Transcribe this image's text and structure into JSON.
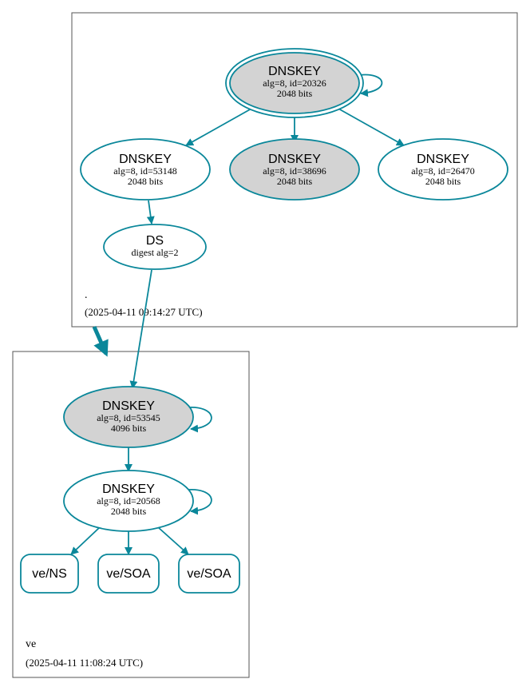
{
  "colors": {
    "edge": "#0a879a",
    "node_fill_gray": "#d3d3d3",
    "node_fill_white": "#ffffff",
    "cluster_border": "#555555",
    "text": "#000000"
  },
  "root_zone": {
    "name": ".",
    "timestamp": "(2025-04-11 09:14:27 UTC)",
    "ksk": {
      "title": "DNSKEY",
      "line1": "alg=8, id=20326",
      "line2": "2048 bits"
    },
    "zsk_active": {
      "title": "DNSKEY",
      "line1": "alg=8, id=53148",
      "line2": "2048 bits"
    },
    "zsk_sep": {
      "title": "DNSKEY",
      "line1": "alg=8, id=38696",
      "line2": "2048 bits"
    },
    "zsk_other": {
      "title": "DNSKEY",
      "line1": "alg=8, id=26470",
      "line2": "2048 bits"
    },
    "ds": {
      "title": "DS",
      "line1": "digest alg=2"
    }
  },
  "ve_zone": {
    "name": "ve",
    "timestamp": "(2025-04-11 11:08:24 UTC)",
    "ksk": {
      "title": "DNSKEY",
      "line1": "alg=8, id=53545",
      "line2": "4096 bits"
    },
    "zsk": {
      "title": "DNSKEY",
      "line1": "alg=8, id=20568",
      "line2": "2048 bits"
    },
    "rrsets": [
      {
        "label": "ve/NS"
      },
      {
        "label": "ve/SOA"
      },
      {
        "label": "ve/SOA"
      }
    ]
  }
}
